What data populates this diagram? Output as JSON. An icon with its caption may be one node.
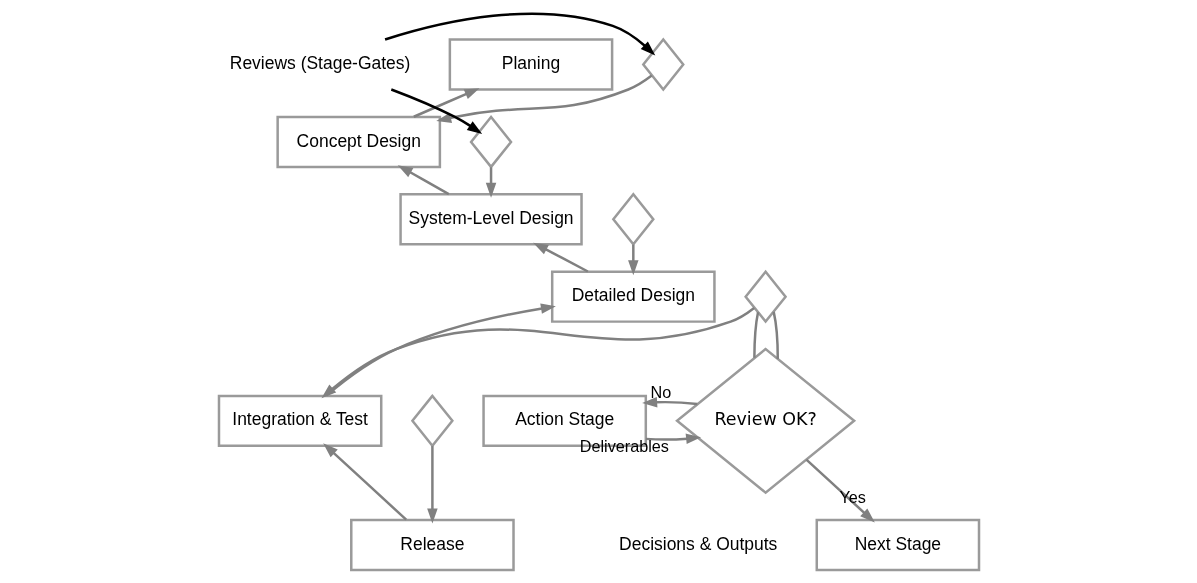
{
  "diagram": {
    "nodes": [
      {
        "text": [
          "Planing"
        ]
      },
      {
        "text": [],
        "shape": "diamond"
      },
      {
        "text": [
          "Concept Design"
        ]
      },
      {
        "text": [],
        "shape": "diamond"
      },
      {
        "text": [
          "System-Level Design"
        ]
      },
      {
        "text": [],
        "shape": "diamond"
      },
      {
        "text": [
          "Detailed Design"
        ]
      },
      {
        "text": [],
        "shape": "diamond"
      },
      {
        "text": [
          "Integration & Test"
        ]
      },
      {
        "text": [],
        "shape": "diamond"
      },
      {
        "text": [
          "Release"
        ]
      },
      {
        "text": [
          "Reviews (Stage-Gates)"
        ]
      },
      {
        "text": [
          "Action Stage"
        ]
      },
      {
        "text": [
          "Review OK?"
        ]
      },
      {
        "text": [
          "Next Stage"
        ]
      }
    ],
    "edges": [
      {
        "from": 1,
        "to": 2,
        "arrow": "to"
      },
      {
        "from": 2,
        "to": 0,
        "arrow": "to"
      },
      {
        "from": 3,
        "to": 4,
        "arrow": "to"
      },
      {
        "from": 4,
        "to": 2,
        "arrow": "to"
      },
      {
        "from": 5,
        "to": 6,
        "arrow": "to"
      },
      {
        "from": 6,
        "to": 4,
        "arrow": "to"
      },
      {
        "from": 7,
        "to": 8,
        "arrow": "to"
      },
      {
        "from": 8,
        "to": 6,
        "arrow": "to"
      },
      {
        "from": 9,
        "to": 10,
        "arrow": "to"
      },
      {
        "from": 10,
        "to": 8,
        "arrow": "to"
      },
      {
        "from": 11,
        "to": 1,
        "arrow": "to",
        "color": "#000000"
      },
      {
        "from": 11,
        "to": 3,
        "arrow": "to",
        "color": "#000000"
      },
      {
        "from": 7,
        "to": 13,
        "arrow": "none"
      },
      {
        "from": 7,
        "to": 13,
        "arrow": "none"
      },
      {
        "from": 12,
        "to": 13,
        "arrow": "to",
        "label": "Deliverables"
      },
      {
        "from": 13,
        "to": 12,
        "arrow": "to",
        "label": "No"
      },
      {
        "from": 13,
        "to": 14,
        "arrow": "to",
        "label": "Yes"
      }
    ],
    "labels": [
      "Decisions & Outputs"
    ]
  }
}
